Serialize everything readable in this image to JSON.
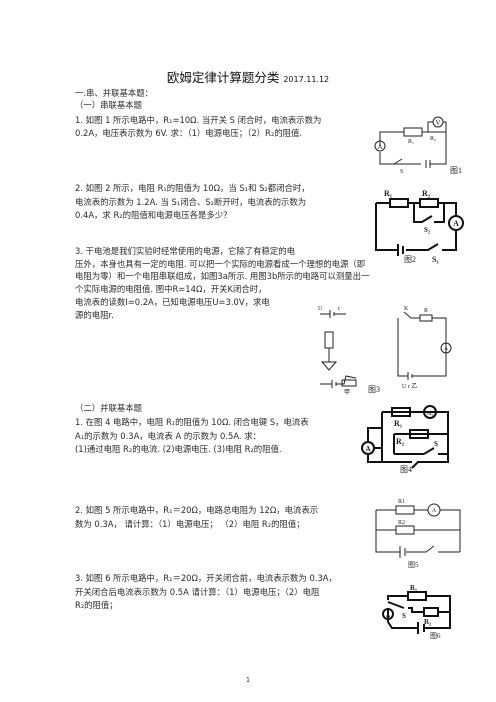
{
  "page": {
    "title": "欧姆定律计算题分类",
    "date": "2017.11.12",
    "page_number": "1"
  },
  "section1": {
    "heading": "一.串、并联基本题：",
    "sub1": "（一）串联基本题",
    "q1": [
      "1. 如图 1 所示电路中，R₁=10Ω.  当开关 S 闭合时，电流表示数为",
      "0.2A，电压表示数为 6V.  求：（1）电源电压；（2）R₂的阻值."
    ],
    "q2": [
      "2. 如图 2 所示，电阻 R₁的阻值为 10Ω，当 S₁和 S₂都闭合时，",
      "电流表的示数为 1.2A. 当 S₁闭合、S₂断开时，电流表的示数为",
      "0.4A，求 R₂的阻值和电源电压各是多少？"
    ],
    "q3": [
      "3. 干电池是我们实验时经常使用的电源，它除了有稳定的电",
      "压外，本身也具有一定的电阻. 可以把一个实际的电源看成一个理想的电源（即",
      "电阻为零）和一个电阻串联组成，如图3a所示. 用图3b所示的电路可以测量出一",
      "个实际电源的电阻值. 图中R=14Ω，开关K闭合时，",
      "电流表的读数I=0.2A，已知电源电压U=3.0V，求电",
      "源的电阻r."
    ],
    "sub2": "（二）并联基本题",
    "q4": [
      "1. 在图 4 电路中，电阻 R₁的阻值为 10Ω. 闭合电键 S，电流表",
      "A₁的示数为 0.3A，电流表 A 的示数为 0.5A. 求：",
      "(1)通过电阻 R₂的电流. (2)电源电压. (3)电阻 R₂的阻值."
    ],
    "q5": [
      "2. 如图 5 所示电路中，R₁＝20Ω，电路总电阻为 12Ω，电流表示",
      "数为 0.3A，  请计算：（1）电源电压；   （2）电阻 R₂的阻值；"
    ],
    "q6": [
      "3. 如图 6 所示电路中，R₁＝20Ω，开关闭合前，电流表示数为 0.3A，",
      "开关闭合后电流表示数为 0.5A 请计算：（1）电源电压；（2）电阻",
      "R₂的阻值；"
    ]
  },
  "figures": {
    "fig1": {
      "caption": "图1",
      "labels": [
        "V",
        "A",
        "R₁",
        "R₂",
        "S"
      ]
    },
    "fig2": {
      "caption": "图2",
      "labels": [
        "R₁",
        "R₂",
        "S₂",
        "A",
        "S₁"
      ]
    },
    "fig3": {
      "caption": "图3",
      "labels": [
        "U",
        "r",
        "甲",
        "K",
        "R",
        "A",
        "U  r  乙"
      ]
    },
    "fig4": {
      "caption": "图4",
      "labels": [
        "R₁",
        "A₁",
        "R₂",
        "A",
        "S"
      ]
    },
    "fig5": {
      "caption": "图5",
      "labels": [
        "R1",
        "A",
        "R2"
      ]
    },
    "fig6": {
      "caption": "图6",
      "labels": [
        "R₁",
        "S",
        "R₂",
        "A"
      ]
    }
  }
}
